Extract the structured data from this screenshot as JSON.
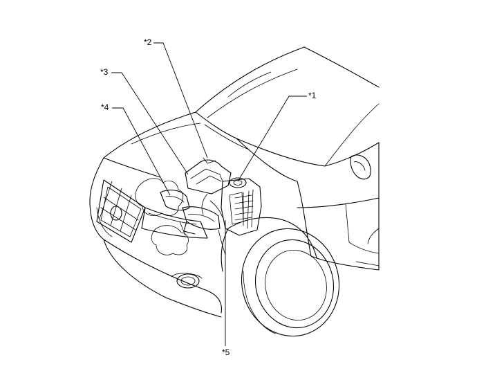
{
  "callouts": {
    "c1": "*1",
    "c2": "*2",
    "c3": "*3",
    "c4": "*4",
    "c5": "*5"
  },
  "colors": {
    "line": "#000000",
    "background": "#ffffff"
  }
}
